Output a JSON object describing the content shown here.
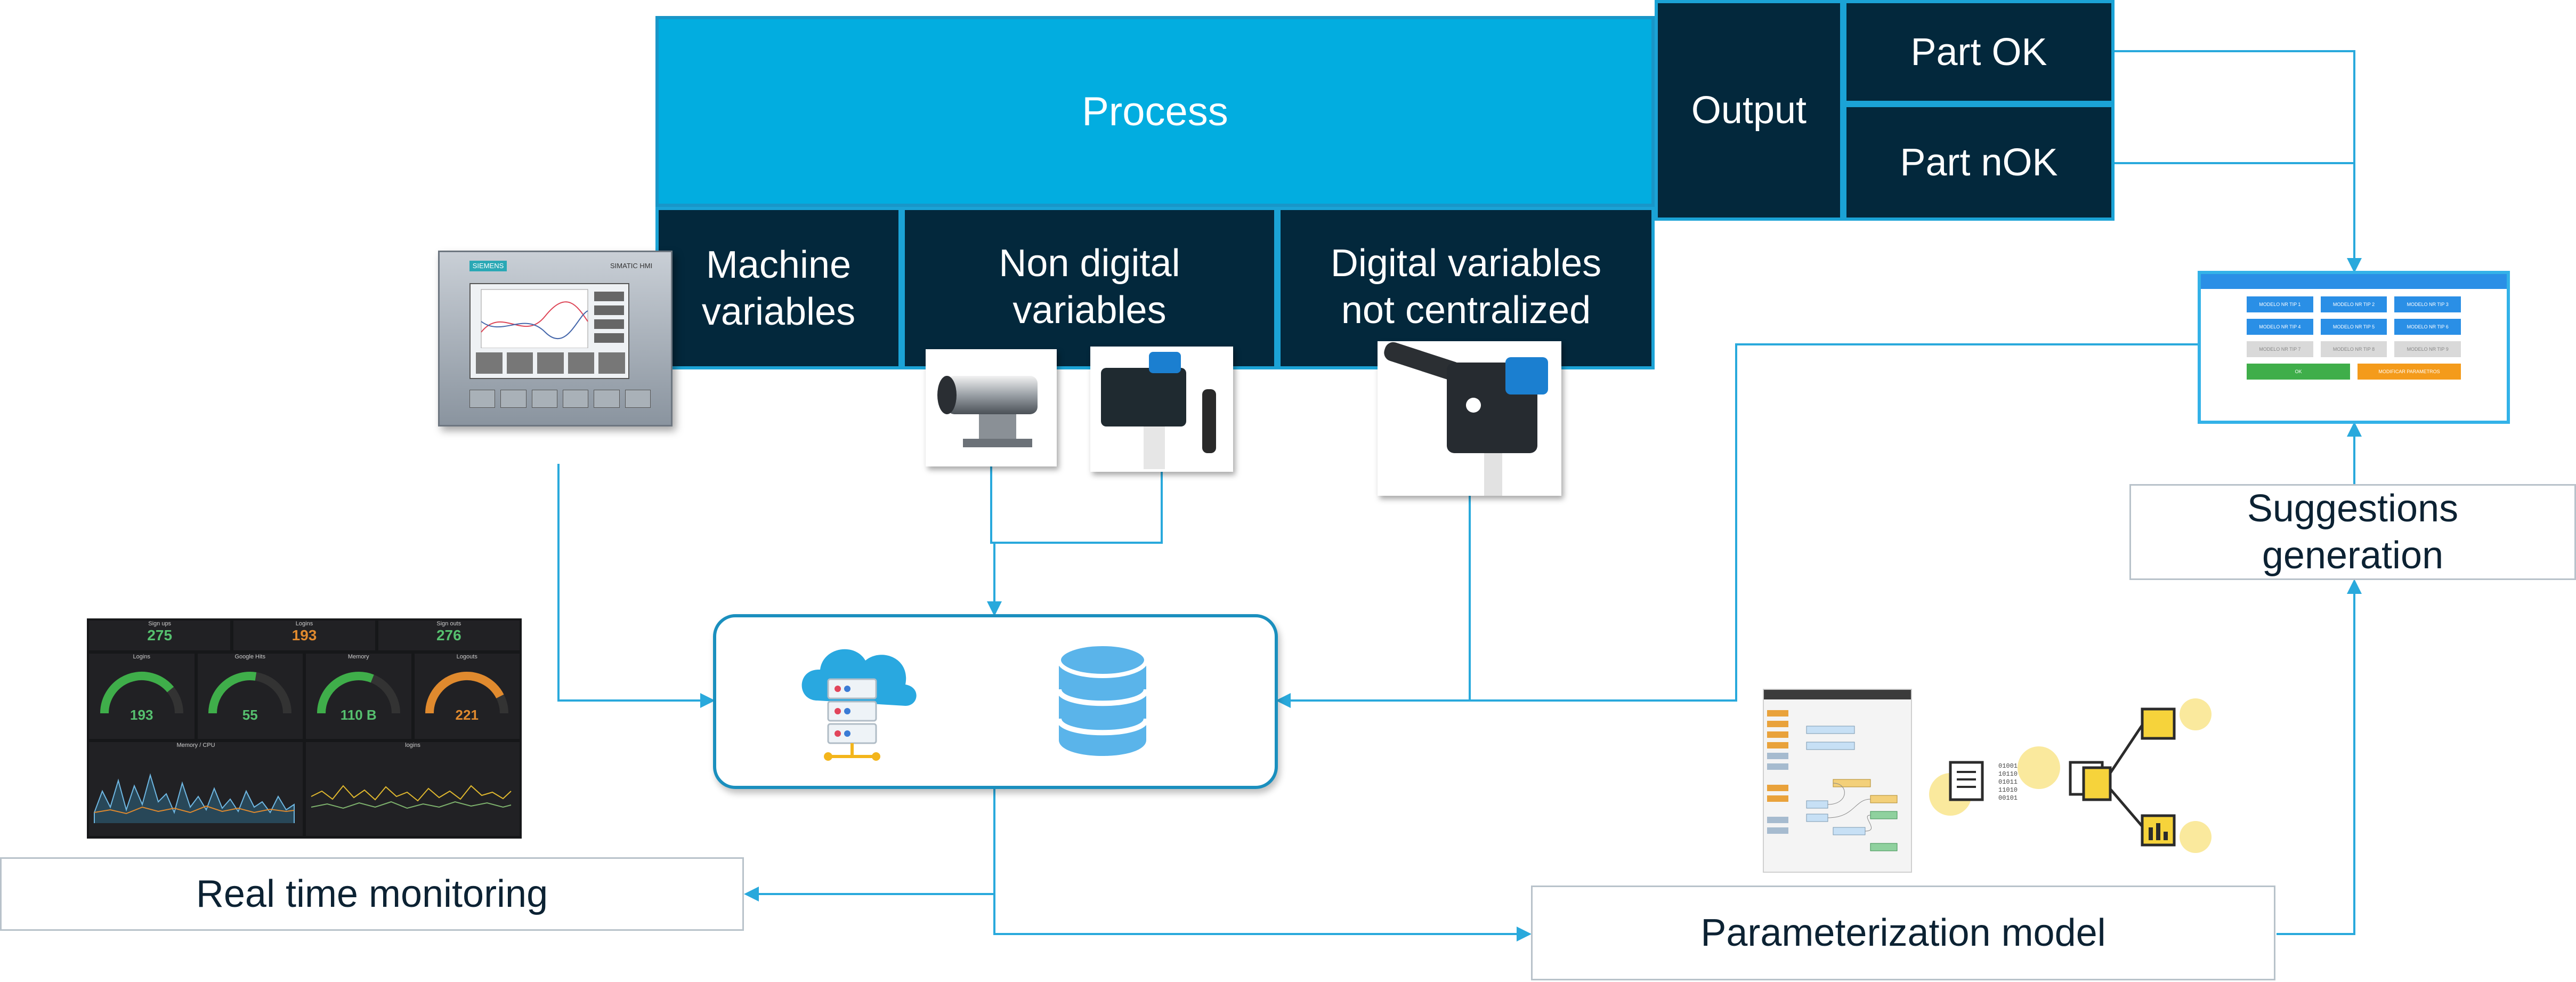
{
  "process": {
    "title": "Process",
    "machine_variables": "Machine\nvariables",
    "non_digital_variables": "Non digital\nvariables",
    "digital_variables": "Digital variables\nnot centralized"
  },
  "output": {
    "label": "Output",
    "part_ok": "Part OK",
    "part_nok": "Part nOK"
  },
  "steps": {
    "real_time_monitoring": "Real time monitoring",
    "parameterization_model": "Parameterization model",
    "suggestions_generation": "Suggestions\ngeneration"
  },
  "hmi": {
    "brand": "SIEMENS",
    "model": "SIMATIC HMI"
  },
  "dashboard": {
    "stats": [
      {
        "label": "Sign ups",
        "value": "275"
      },
      {
        "label": "Logins",
        "value": "193"
      },
      {
        "label": "Sign outs",
        "value": "276"
      }
    ],
    "gauges": [
      {
        "label": "Logins",
        "value": "193",
        "fill": 0.78
      },
      {
        "label": "Google Hits",
        "value": "55",
        "fill": 0.55
      },
      {
        "label": "Memory",
        "value": "110 B",
        "fill": 0.62
      },
      {
        "label": "Logouts",
        "value": "221",
        "fill": 0.85
      }
    ],
    "graphs": [
      {
        "label": "Memory / CPU"
      },
      {
        "label": "logins"
      }
    ]
  },
  "suggestion_panel": {
    "buttons": [
      "MODELO NR TIP 1",
      "MODELO NR TIP 2",
      "MODELO NR TIP 3",
      "MODELO NR TIP 4",
      "MODELO NR TIP 5",
      "MODELO NR TIP 6",
      "MODELO NR TIP 7",
      "MODELO NR TIP 8",
      "MODELO NR TIP 9"
    ],
    "ok": "OK",
    "alt": "MODIFICAR PARAMETROS"
  },
  "colors": {
    "dark": "#03283c",
    "cyan": "#02ade0",
    "connector": "#29a9dc",
    "accent_yellow": "#f6d33b"
  }
}
